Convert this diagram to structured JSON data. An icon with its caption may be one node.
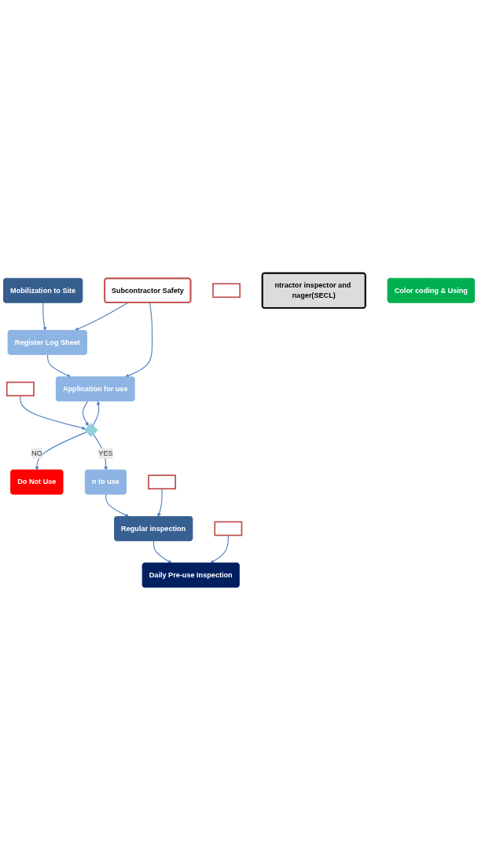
{
  "diagram": {
    "nodes": [
      {
        "text": [
          "Mobilization to Site"
        ]
      },
      {
        "text": [],
        "shape": "box"
      },
      {
        "text": [
          "Register Log Sheet"
        ]
      },
      {
        "text": [
          "Application for use"
        ]
      },
      {
        "text": [
          "Subcontractor Safety"
        ]
      },
      {
        "text": [],
        "shape": "diamond"
      },
      {
        "text": [
          "Do Not Use"
        ]
      },
      {
        "text": [],
        "shape": "box"
      },
      {
        "text": [
          "n to use"
        ]
      },
      {
        "text": [
          "ntractor inspector and nager(SECL)"
        ]
      },
      {
        "text": [],
        "shape": "box"
      },
      {
        "text": [
          "Regular inspection"
        ]
      },
      {
        "text": [],
        "shape": "box"
      },
      {
        "text": [
          "Daily Pre-use Inspection"
        ]
      },
      {
        "text": [
          "Color coding & Using"
        ]
      }
    ],
    "edges": [
      {
        "from": 0,
        "to": 2,
        "arrow": "to"
      },
      {
        "from": 2,
        "to": 3,
        "arrow": "to"
      },
      {
        "from": 4,
        "to": 2,
        "arrow": "to"
      },
      {
        "from": 4,
        "to": 3,
        "arrow": "to"
      },
      {
        "from": 3,
        "to": 5,
        "arrow": "to"
      },
      {
        "from": 1,
        "to": 5,
        "arrow": "to"
      },
      {
        "from": 5,
        "to": 3,
        "arrow": "to"
      },
      {
        "from": 5,
        "to": 6,
        "label": "NO",
        "arrow": "to"
      },
      {
        "from": 5,
        "to": 8,
        "label": "YES",
        "arrow": "to"
      },
      {
        "from": 8,
        "to": 11,
        "arrow": "to"
      },
      {
        "from": 10,
        "to": 11,
        "arrow": "to"
      },
      {
        "from": 11,
        "to": 13,
        "arrow": "to"
      },
      {
        "from": 12,
        "to": 13,
        "arrow": "to"
      }
    ]
  }
}
